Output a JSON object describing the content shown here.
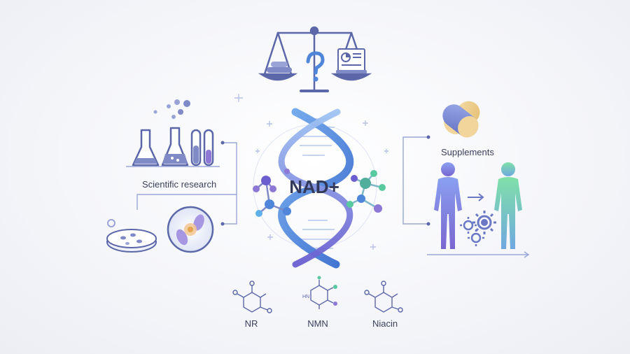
{
  "center": {
    "title": "NAD+"
  },
  "labels": {
    "research": "Scientific research",
    "supplements": "Supplements"
  },
  "precursors": [
    {
      "name": "NR"
    },
    {
      "name": "NMN"
    },
    {
      "name": "Niacin"
    }
  ],
  "structure_glyph": "HN",
  "colors": {
    "primary": "#5b67a8",
    "accent_blue": "#4f86d9",
    "accent_purple": "#8d78d6",
    "accent_green": "#59c9a0",
    "pill_gold": "#f1d59a",
    "text": "#3b3f58",
    "line": "#9aa7d8"
  },
  "icons": [
    "balance-scale-icon",
    "question-mark-icon",
    "report-icon",
    "lab-flask-icon",
    "test-tube-icon",
    "petri-dish-icon",
    "cell-icon",
    "dna-helix-icon",
    "molecule-icon",
    "capsule-icon",
    "human-body-icon",
    "gear-icon",
    "arrow-right-icon"
  ]
}
